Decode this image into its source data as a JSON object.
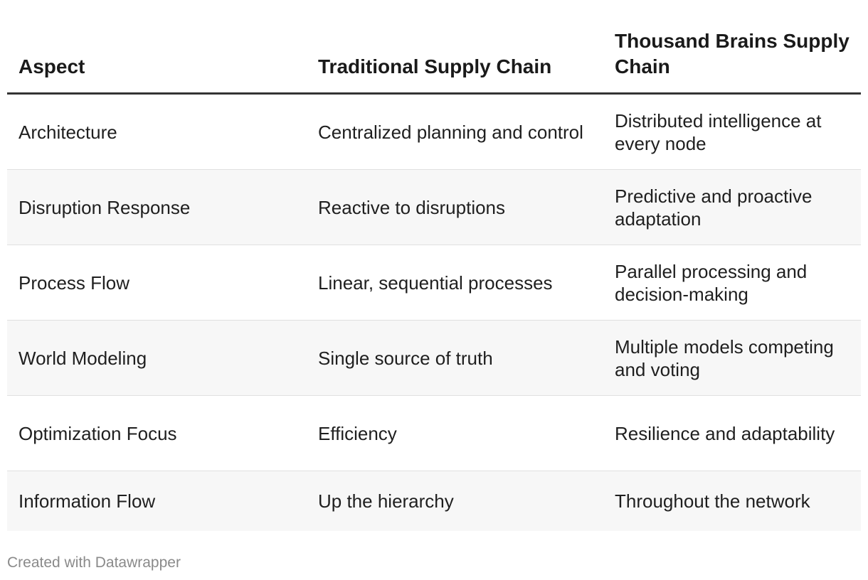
{
  "chart_data": {
    "type": "table",
    "columns": [
      "Aspect",
      "Traditional Supply Chain",
      "Thousand Brains Supply Chain"
    ],
    "rows": [
      [
        "Architecture",
        "Centralized planning and control",
        "Distributed intelligence at every node"
      ],
      [
        "Disruption Response",
        "Reactive to disruptions",
        "Predictive and proactive adaptation"
      ],
      [
        "Process Flow",
        "Linear, sequential processes",
        "Parallel processing and decision-making"
      ],
      [
        "World Modeling",
        "Single source of truth",
        "Multiple models competing and voting"
      ],
      [
        "Optimization Focus",
        "Efficiency",
        "Resilience and adaptability"
      ],
      [
        "Information Flow",
        "Up the hierarchy",
        "Throughout the network"
      ]
    ]
  },
  "footer": {
    "credit": "Created with Datawrapper"
  }
}
